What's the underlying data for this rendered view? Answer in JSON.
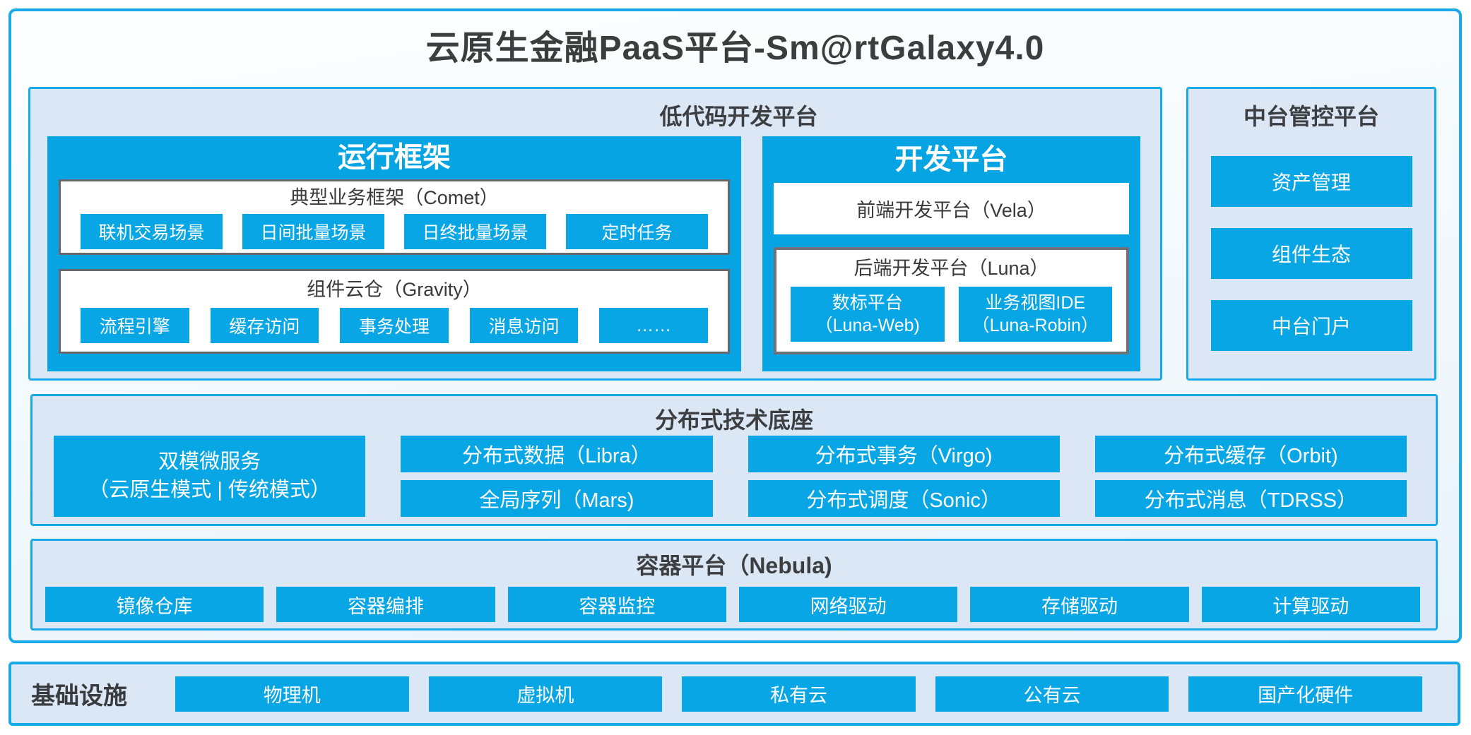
{
  "title": "云原生金融PaaS平台-Sm@rtGalaxy4.0",
  "colors": {
    "accent_blue": "#07a4e4",
    "chip_blue": "#09a6e6",
    "cyan_border": "#18a9e8",
    "panel_background": "#dbe7f4",
    "dark_text": "#3b3d40"
  },
  "lowcode": {
    "title": "低代码开发平台",
    "runtime": {
      "title": "运行框架",
      "comet": {
        "title": "典型业务框架（Comet）",
        "items": [
          "联机交易场景",
          "日间批量场景",
          "日终批量场景",
          "定时任务"
        ]
      },
      "gravity": {
        "title": "组件云仓（Gravity）",
        "items": [
          "流程引擎",
          "缓存访问",
          "事务处理",
          "消息访问",
          "……"
        ]
      }
    },
    "dev": {
      "title": "开发平台",
      "vela": "前端开发平台（Vela）",
      "luna": {
        "title": "后端开发平台（Luna）",
        "items": [
          {
            "line1": "数标平台",
            "line2": "（Luna-Web)"
          },
          {
            "line1": "业务视图IDE",
            "line2": "（Luna-Robin）"
          }
        ]
      }
    }
  },
  "midplat": {
    "title": "中台管控平台",
    "items": [
      "资产管理",
      "组件生态",
      "中台门户"
    ]
  },
  "distributed": {
    "title": "分布式技术底座",
    "dual": {
      "line1": "双模微服务",
      "line2": "（云原生模式 | 传统模式）"
    },
    "cols": [
      [
        "分布式数据（Libra）",
        "全局序列（Mars)"
      ],
      [
        "分布式事务（Virgo)",
        "分布式调度（Sonic）"
      ],
      [
        "分布式缓存（Orbit)",
        "分布式消息（TDRSS）"
      ]
    ]
  },
  "containerp": {
    "title": "容器平台（Nebula)",
    "items": [
      "镜像仓库",
      "容器编排",
      "容器监控",
      "网络驱动",
      "存储驱动",
      "计算驱动"
    ]
  },
  "infra": {
    "label": "基础设施",
    "items": [
      "物理机",
      "虚拟机",
      "私有云",
      "公有云",
      "国产化硬件"
    ]
  }
}
